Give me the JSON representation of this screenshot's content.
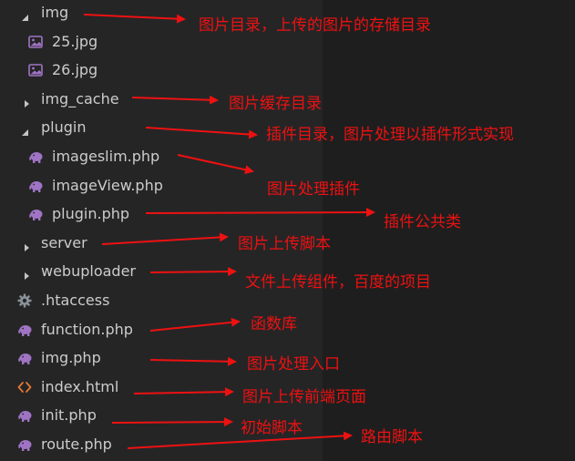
{
  "tree": [
    {
      "name": "img",
      "type": "folder",
      "state": "open",
      "depth": 0,
      "icon": "chevron-down-icon"
    },
    {
      "name": "25.jpg",
      "type": "image",
      "depth": 1,
      "icon": "image-file-icon"
    },
    {
      "name": "26.jpg",
      "type": "image",
      "depth": 1,
      "icon": "image-file-icon"
    },
    {
      "name": "img_cache",
      "type": "folder",
      "state": "closed",
      "depth": 0,
      "icon": "chevron-right-icon"
    },
    {
      "name": "plugin",
      "type": "folder",
      "state": "open",
      "depth": 0,
      "icon": "chevron-down-icon"
    },
    {
      "name": "imageslim.php",
      "type": "php",
      "depth": 1,
      "icon": "php-elephant-icon"
    },
    {
      "name": "imageView.php",
      "type": "php",
      "depth": 1,
      "icon": "php-elephant-icon"
    },
    {
      "name": "plugin.php",
      "type": "php",
      "depth": 1,
      "icon": "php-elephant-icon"
    },
    {
      "name": "server",
      "type": "folder",
      "state": "closed",
      "depth": 0,
      "icon": "chevron-right-icon"
    },
    {
      "name": "webuploader",
      "type": "folder",
      "state": "closed",
      "depth": 0,
      "icon": "chevron-right-icon"
    },
    {
      "name": ".htaccess",
      "type": "config",
      "depth": 0,
      "icon": "gear-icon"
    },
    {
      "name": "function.php",
      "type": "php",
      "depth": 0,
      "icon": "php-elephant-icon"
    },
    {
      "name": "img.php",
      "type": "php",
      "depth": 0,
      "icon": "php-elephant-icon"
    },
    {
      "name": "index.html",
      "type": "html",
      "depth": 0,
      "icon": "code-brackets-icon"
    },
    {
      "name": "init.php",
      "type": "php",
      "depth": 0,
      "icon": "php-elephant-icon"
    },
    {
      "name": "route.php",
      "type": "php",
      "depth": 0,
      "icon": "php-elephant-icon"
    }
  ],
  "annotations": [
    "图片目录，上传的图片的存储目录",
    "图片缓存目录",
    "插件目录，图片处理以插件形式实现",
    "图片处理插件",
    "插件公共类",
    "图片上传脚本",
    "文件上传组件，百度的项目",
    "函数库",
    "图片处理入口",
    "图片上传前端页面",
    "初始脚本",
    "路由脚本"
  ],
  "colors": {
    "panel_bg": "#252526",
    "editor_bg": "#1e1e1e",
    "text": "#cccccc",
    "annotation": "#ee1111",
    "php_icon": "#a074c4",
    "image_icon": "#a074c4",
    "gear_icon": "#8a9199",
    "html_icon": "#e37933",
    "chevron": "#c5c5c5"
  }
}
